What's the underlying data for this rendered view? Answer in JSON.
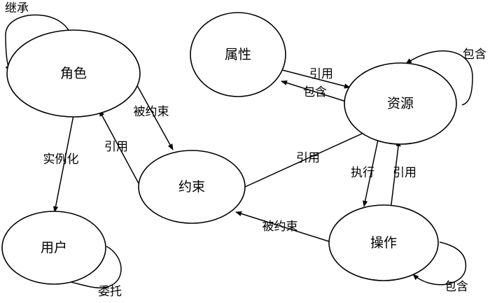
{
  "nodes": {
    "role": "角色",
    "attribute": "属性",
    "resource": "资源",
    "constraint": "约束",
    "user": "用户",
    "operation": "操作"
  },
  "edges": {
    "inherit": "继承",
    "contain_resource": "包含",
    "role_constrained": "被约束",
    "constraint_ref_role": "引用",
    "instantiate": "实例化",
    "resource_ref_attribute": "引用",
    "attribute_contain": "包含",
    "constraint_ref_resource": "引用",
    "execute": "执行",
    "operation_ref_resource": "引用",
    "operation_constrained": "被约束",
    "delegate": "委托",
    "contain_operation": "包含"
  }
}
